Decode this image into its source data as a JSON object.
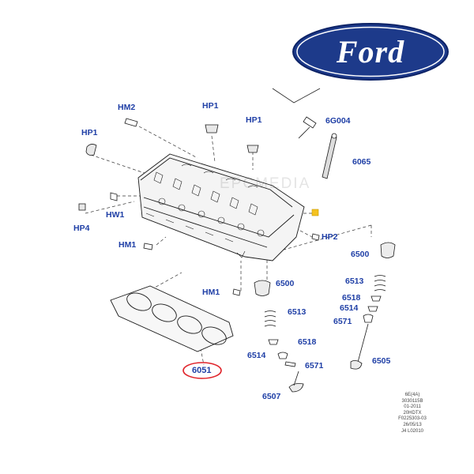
{
  "logo": {
    "text": "Ford"
  },
  "watermark": "EPCMEDIA",
  "colors": {
    "label": "#1f3fa6",
    "highlight_ring": "#e0242b",
    "logo_blue": "#1d3a8a",
    "logo_border": "#0c2266"
  },
  "labels": {
    "hm2": "HM2",
    "hp1_a": "HP1",
    "hp1_b": "HP1",
    "hp1_c": "HP1",
    "p6g004": "6G004",
    "p6065": "6065",
    "hw1": "HW1",
    "hp4": "HP4",
    "hp2": "HP2",
    "hm1_a": "HM1",
    "hm1_b": "HM1",
    "p6500_a": "6500",
    "p6500_b": "6500",
    "p6513_a": "6513",
    "p6513_b": "6513",
    "p6518_a": "6518",
    "p6518_b": "6518",
    "p6514_a": "6514",
    "p6514_b": "6514",
    "p6571_a": "6571",
    "p6571_b": "6571",
    "p6505": "6505",
    "p6507": "6507",
    "p6051": "6051"
  },
  "drawing_code": [
    "6E(4A)",
    "3030115B",
    "01-2011",
    "20HDTX",
    "F0225303-03",
    "26/05/13",
    "J4 L02010"
  ]
}
